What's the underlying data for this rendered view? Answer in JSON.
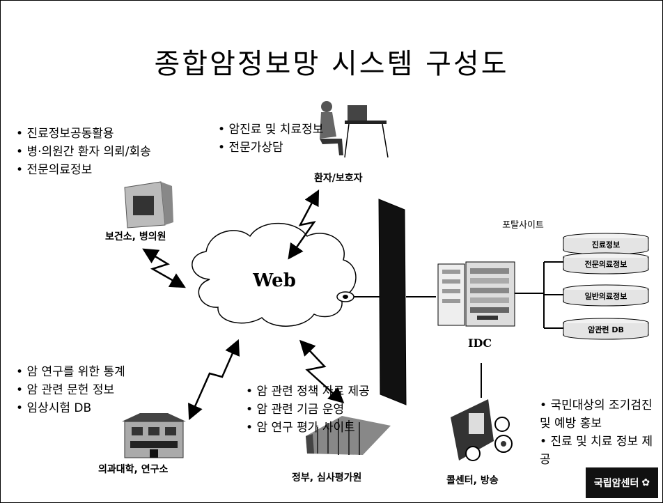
{
  "title": "종합암정보망 시스템 구성도",
  "web_label": "Web",
  "idc_label": "IDC",
  "portal_label": "포탈사이트",
  "nodes": {
    "clinic": {
      "label": "보건소, 병의원",
      "bullets": [
        "진료정보공동활용",
        "병·의원간 환자 의뢰/회송",
        "전문의료정보"
      ]
    },
    "patient": {
      "label": "환자/보호자",
      "bullets": [
        "암진료 및 치료정보",
        "전문가상담"
      ]
    },
    "university": {
      "label": "의과대학, 연구소",
      "bullets": [
        "암 연구를 위한 통계",
        "암 관련 문헌 정보",
        "임상시험 DB"
      ]
    },
    "government": {
      "label": "정부, 심사평가원",
      "bullets": [
        "암 관련 정책 자료 제공",
        "암 관련 기금 운영",
        "암 연구 평가 사이트"
      ]
    },
    "callcenter": {
      "label": "콜센터, 방송",
      "bullets": [
        "국민대상의 조기검진 및 예방 홍보",
        "진료 및 치료 정보 제공"
      ]
    }
  },
  "databases": [
    "진료정보",
    "전문의료정보",
    "일반의료정보",
    "암관련 DB"
  ],
  "logo": {
    "text": "국립암센터"
  },
  "colors": {
    "background": "#ffffff",
    "ink": "#000000",
    "db_fill": "#e4e4e4"
  }
}
